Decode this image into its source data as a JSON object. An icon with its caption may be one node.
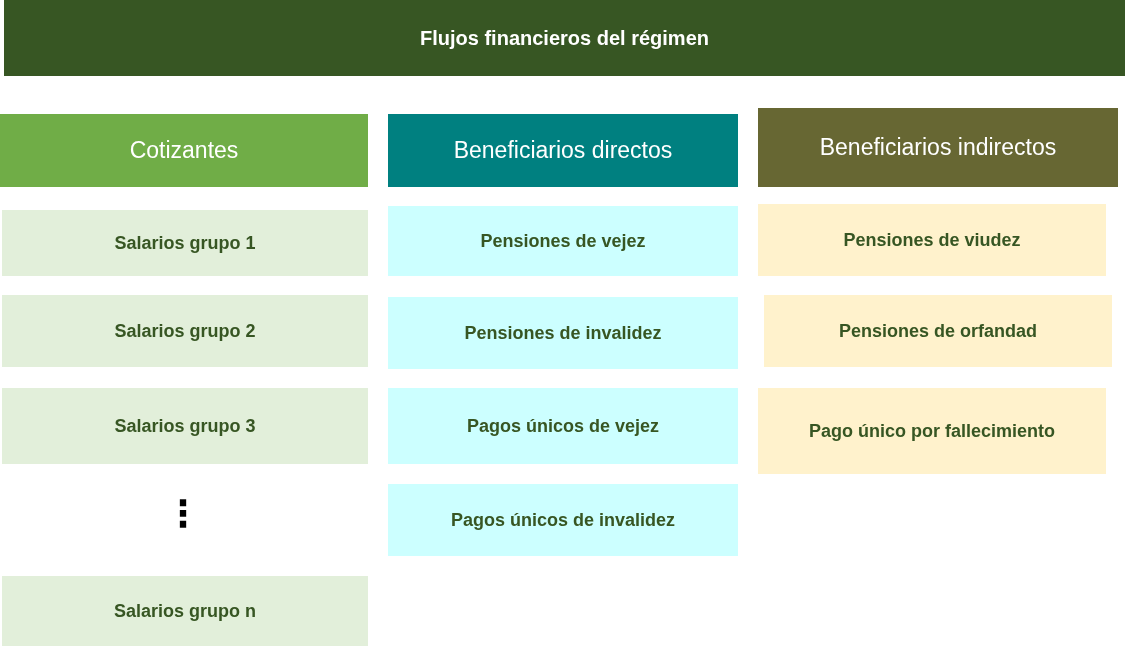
{
  "diagram": {
    "title": "Flujos financieros del régimen",
    "nodes": [
      {
        "text": [
          "Cotizantes"
        ]
      },
      {
        "text": [
          "Salarios grupo 1"
        ]
      },
      {
        "text": [
          "Salarios grupo 2"
        ]
      },
      {
        "text": [
          "Salarios grupo 3"
        ]
      },
      {
        "text": [
          "Salarios grupo n"
        ]
      },
      {
        "text": [
          "Beneficiarios directos"
        ]
      },
      {
        "text": [
          "Pensiones de vejez"
        ]
      },
      {
        "text": [
          "Pensiones de invalidez"
        ]
      },
      {
        "text": [
          "Pagos únicos de vejez"
        ]
      },
      {
        "text": [
          "Pagos únicos de invalidez"
        ]
      },
      {
        "text": [
          "Beneficiarios indirectos"
        ]
      },
      {
        "text": [
          "Pensiones de viudez"
        ]
      },
      {
        "text": [
          "Pensiones de orfandad"
        ]
      },
      {
        "text": [
          "Pago único por fallecimiento"
        ]
      }
    ],
    "edges": [],
    "labels": [
      "⋮"
    ]
  }
}
